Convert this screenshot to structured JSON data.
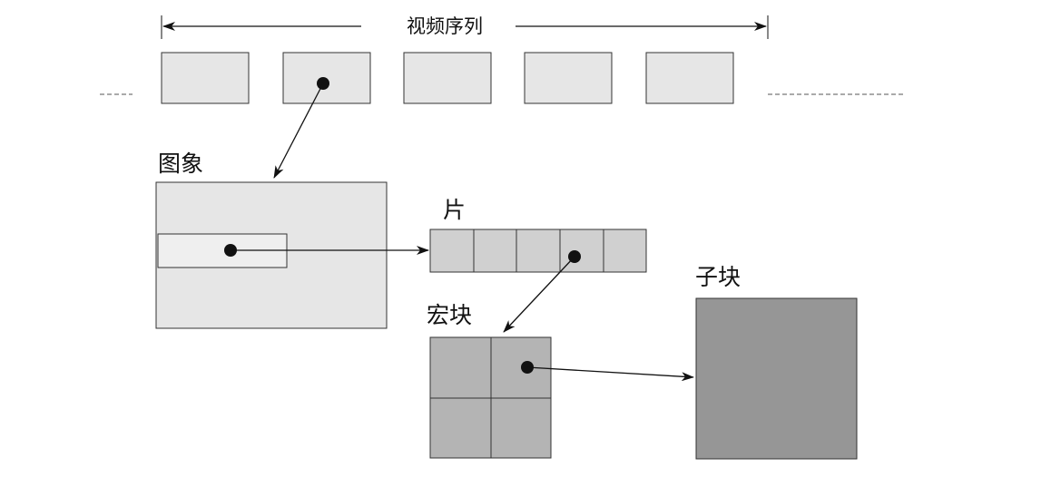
{
  "labels": {
    "sequence": "视频序列",
    "picture": "图象",
    "slice": "片",
    "macroblock": "宏块",
    "subblock": "子块"
  },
  "colors": {
    "frame_fill": "#e6e6e6",
    "picture_fill": "#e6e6e6",
    "region_fill": "#efefef",
    "slice_fill": "#d0d0d0",
    "macroblock_fill": "#b4b4b4",
    "subblock_fill": "#969696",
    "stroke": "#333333"
  }
}
